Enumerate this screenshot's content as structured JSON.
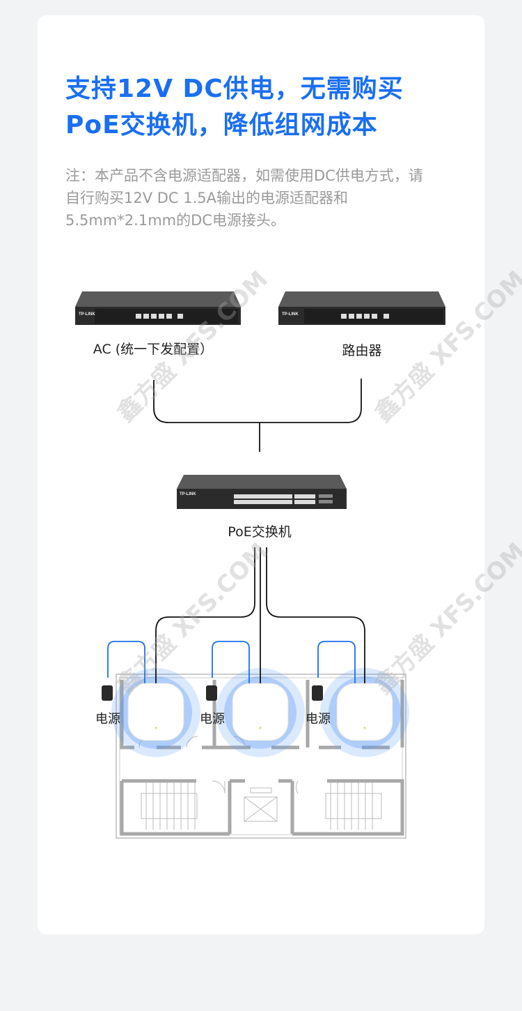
{
  "title": {
    "line1": "支持12V DC供电，无需购买",
    "line2": "PoE交换机，降低组网成本"
  },
  "note": "注：本产品不含电源适配器，如需使用DC供电方式，请自行购买12V DC 1.5A输出的电源适配器和5.5mm*2.1mm的DC电源接头。",
  "devices": {
    "ac_label": "AC (统一下发配置）",
    "router_label": "路由器",
    "switch_label": "PoE交换机",
    "brand": "TP-LINK"
  },
  "power_labels": [
    "电源",
    "电源",
    "电源"
  ],
  "watermark": "鑫方盛 XFS.COM",
  "colors": {
    "title": "#1a6ff2",
    "cable_power": "#1a6ff2",
    "coverage": "#5b9cf5"
  }
}
